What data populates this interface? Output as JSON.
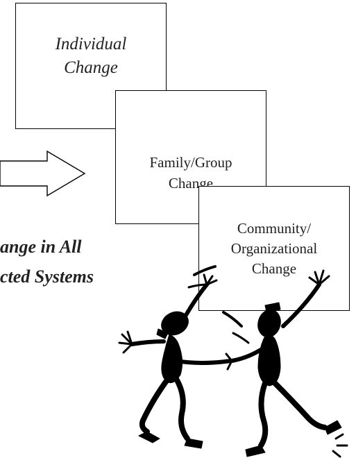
{
  "boxes": {
    "individual": {
      "line1": "Individual",
      "line2": "Change"
    },
    "family": {
      "line1": "Family/Group",
      "line2": "Change"
    },
    "community": {
      "line1": "Community/",
      "line2": "Organizational",
      "line3": "Change"
    }
  },
  "caption": {
    "line1": "ange in All",
    "line2": "cted Systems"
  },
  "icons": {
    "arrow": "right-arrow-outline-icon",
    "figures": "dancing-figures-icon"
  },
  "colors": {
    "ink": "#000000",
    "text": "#222222",
    "background": "#ffffff"
  }
}
